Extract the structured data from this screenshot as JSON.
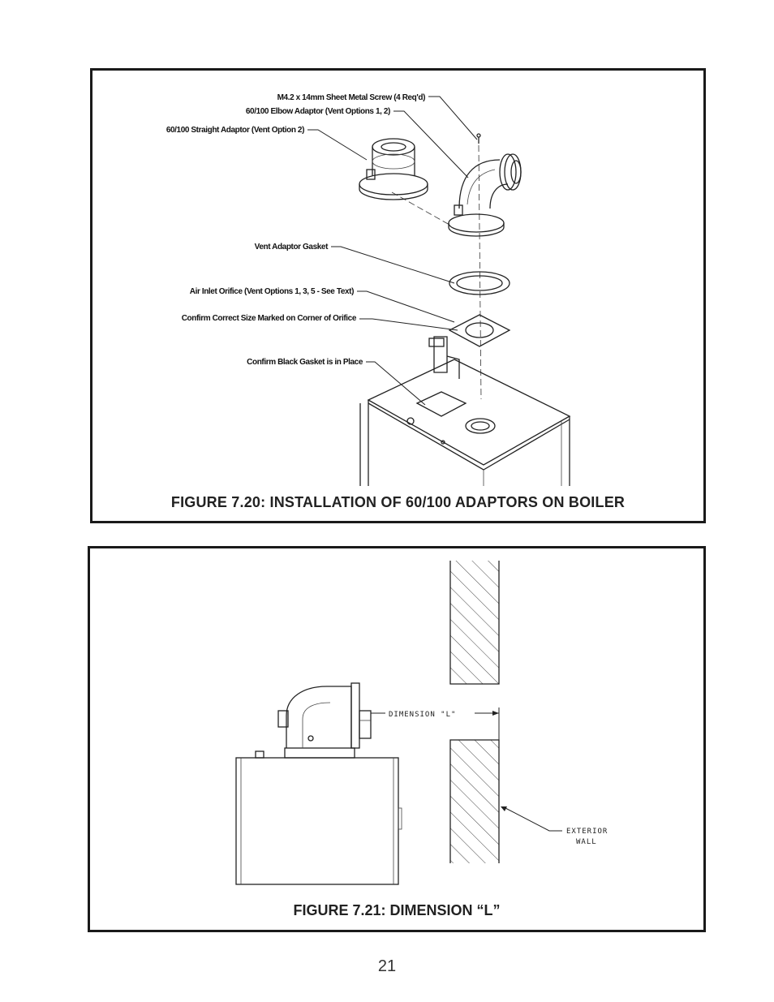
{
  "figure_1": {
    "caption": "FIGURE 7.20: INSTALLATION OF 60/100 ADAPTORS ON BOILER",
    "labels": {
      "screw": "M4.2 x 14mm Sheet Metal Screw (4 Req'd)",
      "elbow": "60/100 Elbow Adaptor (Vent Options 1, 2)",
      "straight": "60/100 Straight Adaptor (Vent Option 2)",
      "gasket": "Vent Adaptor Gasket",
      "orifice": "Air Inlet Orifice (Vent Options 1, 3, 5 - See Text)",
      "confirm_size": "Confirm Correct Size Marked on Corner of Orifice",
      "confirm_gasket": "Confirm Black Gasket is in Place"
    }
  },
  "figure_2": {
    "caption": "FIGURE 7.21: DIMENSION “L”",
    "labels": {
      "dimension": "DIMENSION \"L\"",
      "exterior_line1": "EXTERIOR",
      "exterior_line2": "WALL"
    }
  },
  "page_number": "21"
}
